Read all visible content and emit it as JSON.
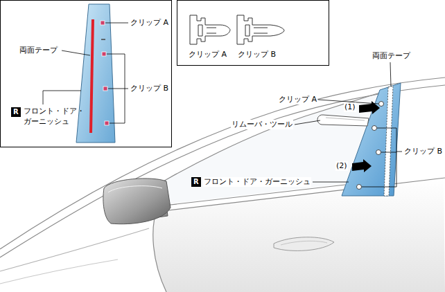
{
  "diagram": {
    "nodes": [
      {
        "text": [
          "クリップ A",
          "両面テープ",
          "クリップ B",
          "フロント・ドア・ ガーニッシュ"
        ]
      },
      {
        "text": [
          "R"
        ],
        "in": 0
      },
      {
        "text": [
          "クリップ A",
          "クリップ B"
        ]
      },
      {
        "text": [
          "R"
        ]
      }
    ],
    "labels": [
      "両面テープ",
      "クリップ A",
      "(1)",
      "リムーバ・ツール",
      "クリップ B",
      "(2)",
      "フロント・ドア・ガーニッシュ"
    ]
  }
}
